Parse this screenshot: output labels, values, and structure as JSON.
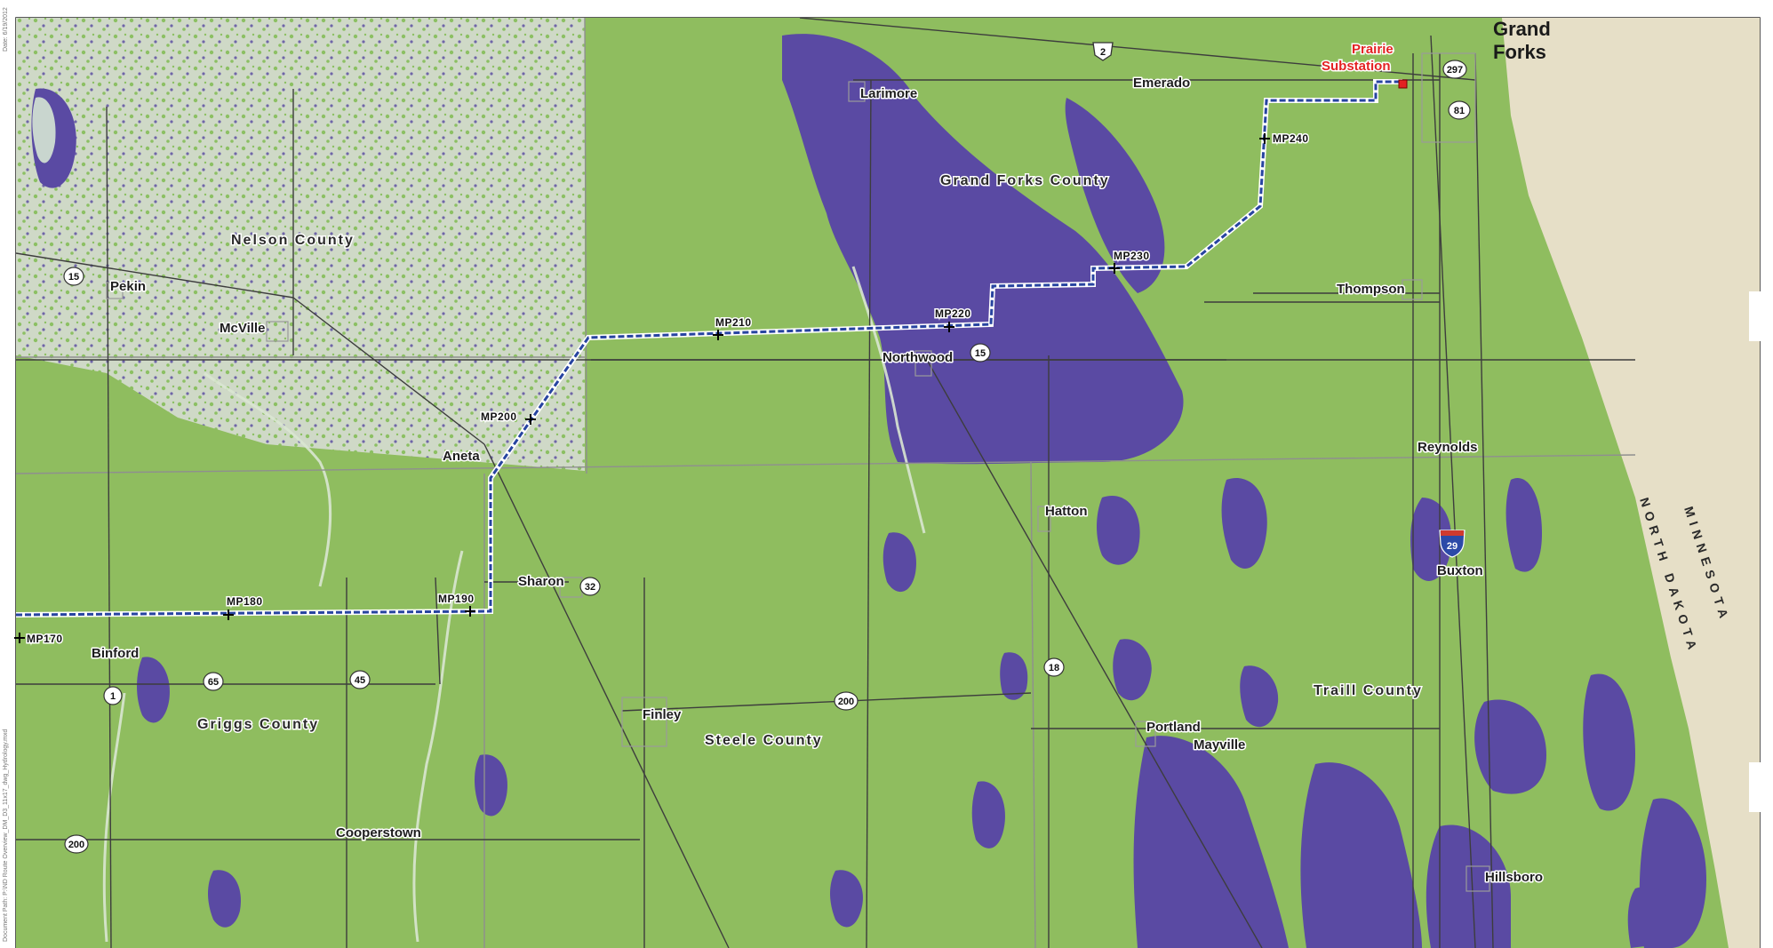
{
  "map": {
    "cities": [
      {
        "name": "Grand",
        "key": "grand"
      },
      {
        "name": "Forks",
        "key": "forks"
      },
      {
        "name": "Larimore",
        "key": "larimore"
      },
      {
        "name": "Emerado",
        "key": "emerado"
      },
      {
        "name": "Pekin",
        "key": "pekin"
      },
      {
        "name": "McVille",
        "key": "mcville"
      },
      {
        "name": "Northwood",
        "key": "northwood"
      },
      {
        "name": "Thompson",
        "key": "thompson"
      },
      {
        "name": "Aneta",
        "key": "aneta"
      },
      {
        "name": "Reynolds",
        "key": "reynolds"
      },
      {
        "name": "Hatton",
        "key": "hatton"
      },
      {
        "name": "Buxton",
        "key": "buxton"
      },
      {
        "name": "Sharon",
        "key": "sharon"
      },
      {
        "name": "Binford",
        "key": "binford"
      },
      {
        "name": "Finley",
        "key": "finley"
      },
      {
        "name": "Portland",
        "key": "portland"
      },
      {
        "name": "Mayville",
        "key": "mayville"
      },
      {
        "name": "Cooperstown",
        "key": "cooperstown"
      },
      {
        "name": "Hillsboro",
        "key": "hillsboro"
      }
    ],
    "counties": [
      "Nelson County",
      "Grand Forks County",
      "Griggs County",
      "Steele County",
      "Traill County"
    ],
    "states": [
      "NORTH DAKOTA",
      "MINNESOTA"
    ],
    "substation": {
      "line1": "Prairie",
      "line2": "Substation"
    },
    "mileposts": [
      "MP170",
      "MP180",
      "MP190",
      "MP200",
      "MP210",
      "MP220",
      "MP230",
      "MP240"
    ],
    "shields": {
      "us2": "2",
      "r297": "297",
      "r81": "81",
      "r15a": "15",
      "r15b": "15",
      "r32": "32",
      "r65": "65",
      "r45": "45",
      "r1": "1",
      "r200a": "200",
      "r200b": "200",
      "r18": "18",
      "i29": "29"
    },
    "margin_note_top": "Date: 6/19/2012",
    "margin_note_left": "Document Path: P:\\ND Route Overview_DM_D3_11x17_dwg_Hydrology.mxd",
    "colors": {
      "land": "#8fbd5f",
      "wetland": "#5a4aa3",
      "forest_light": "#cfd8cf",
      "minnesota": "#e6dfc7",
      "route": "#2744a0",
      "substation": "#e32222"
    }
  }
}
